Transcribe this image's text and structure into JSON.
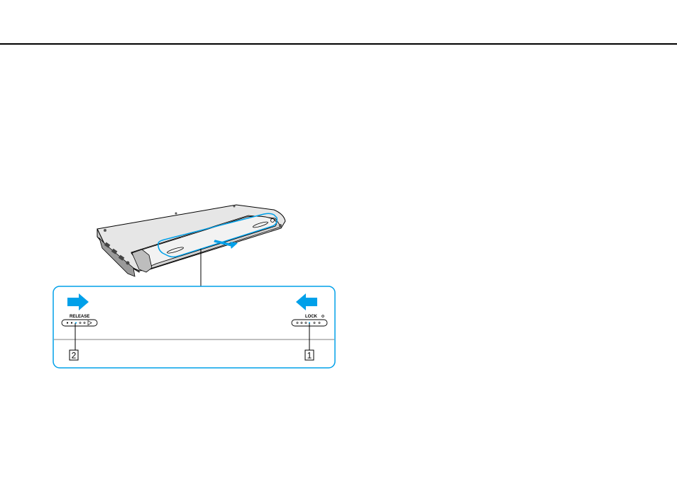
{
  "figure": {
    "release_label": "RELEASE",
    "lock_label": "LOCK",
    "callout_left": "2",
    "callout_right": "1"
  },
  "colors": {
    "accent": "#00a0e9",
    "line": "#000000",
    "body_fill": "#e6e6e6",
    "body_dark": "#b3b3b3",
    "panel_fill": "#f7f7f7"
  },
  "icons": {
    "left_arrow": "arrow-right-icon",
    "right_arrow": "arrow-left-icon",
    "removal_arrow": "arrow-down-right-icon"
  }
}
